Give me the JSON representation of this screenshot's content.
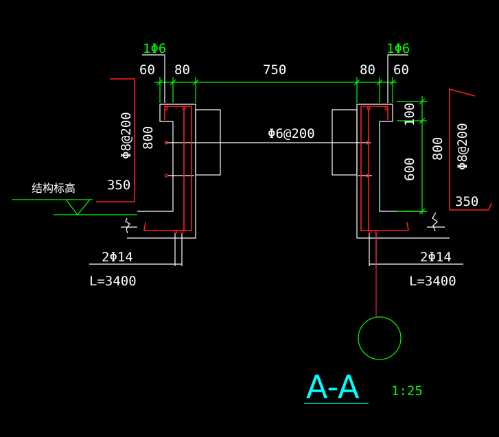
{
  "colors": {
    "background": "#000000",
    "concrete": "#ffffff",
    "rebar": "#ff2020",
    "dimension": "#00ff00",
    "section_label": "#00ffff",
    "leader": "#ff1060"
  },
  "labels": {
    "stirrup_left": "1Φ6",
    "stirrup_right": "1Φ6",
    "dim_60_left": "60",
    "dim_80_left": "80",
    "dim_750": "750",
    "dim_80_right": "80",
    "dim_60_right": "60",
    "tie_bar": "Φ6@200",
    "bar_left_vertical": "Φ8@200",
    "bar_right_vertical": "Φ8@200",
    "height_left": "800",
    "height_right": "800",
    "dim_100": "100",
    "dim_600": "600",
    "anchor_left": "350",
    "anchor_right": "350",
    "structural_elevation": "结构标高",
    "bottom_bar_left": "2Φ14",
    "bottom_bar_right": "2Φ14",
    "length_left": "L=3400",
    "length_right": "L=3400",
    "section_title": "A-A",
    "scale": "1:25"
  }
}
